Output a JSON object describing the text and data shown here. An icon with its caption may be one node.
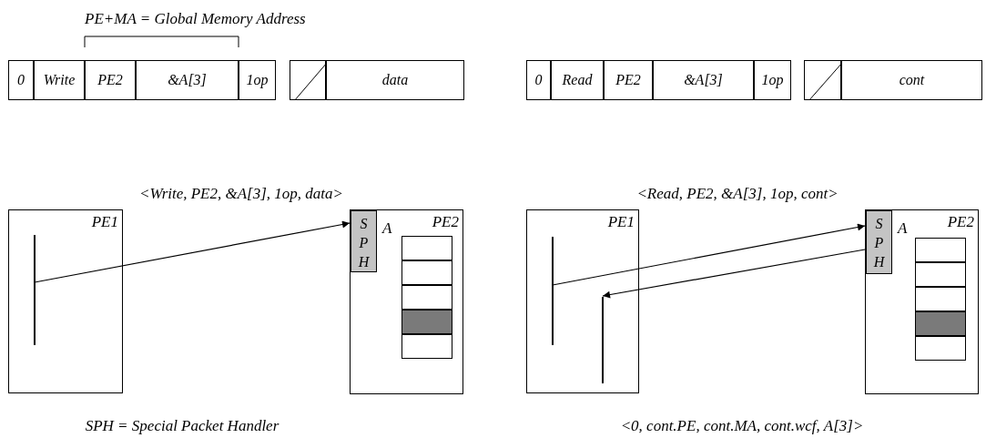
{
  "diagram": {
    "nodes": [
      {
        "text": [
          "0"
        ]
      },
      {
        "text": [
          "Write"
        ]
      },
      {
        "text": [
          "PE2"
        ]
      },
      {
        "text": [
          "&A[3]"
        ]
      },
      {
        "text": [
          "1op"
        ]
      },
      {
        "text": [],
        "shape": "box"
      },
      {
        "text": [
          "data"
        ]
      },
      {
        "text": [
          "0"
        ]
      },
      {
        "text": [
          "Read"
        ]
      },
      {
        "text": [
          "PE2"
        ]
      },
      {
        "text": [
          "&A[3]"
        ]
      },
      {
        "text": [
          "1op"
        ]
      },
      {
        "text": [],
        "shape": "box"
      },
      {
        "text": [
          "cont"
        ]
      },
      {
        "text": [
          "PE1"
        ]
      },
      {
        "text": [],
        "shape": "bar",
        "in": 14
      },
      {
        "text": [
          "PE2"
        ]
      },
      {
        "text": [
          "SPH"
        ],
        "in": 16
      },
      {
        "text": [],
        "shape": "box",
        "in": 16
      },
      {
        "text": [],
        "shape": "box",
        "in": 16
      },
      {
        "text": [],
        "shape": "box",
        "in": 16
      },
      {
        "text": [],
        "shape": "box",
        "in": 16
      },
      {
        "text": [],
        "shape": "box",
        "in": 16
      },
      {
        "text": [
          "PE1"
        ]
      },
      {
        "text": [],
        "shape": "bar",
        "in": 23
      },
      {
        "text": [],
        "shape": "bar",
        "in": 23
      },
      {
        "text": [
          "PE2"
        ]
      },
      {
        "text": [
          "SPH"
        ],
        "in": 26
      },
      {
        "text": [],
        "shape": "box",
        "in": 26
      },
      {
        "text": [],
        "shape": "box",
        "in": 26
      },
      {
        "text": [],
        "shape": "box",
        "in": 26
      },
      {
        "text": [],
        "shape": "box",
        "in": 26
      },
      {
        "text": [],
        "shape": "box",
        "in": 26
      }
    ],
    "edges": [
      {
        "from": 15,
        "to": 17,
        "arrow": "to"
      },
      {
        "from": 24,
        "to": 27,
        "arrow": "to"
      },
      {
        "from": 27,
        "to": 25,
        "arrow": "to"
      }
    ],
    "labels": [
      "PE+MA = Global Memory Address",
      "<Write, PE2, &A[3], 1op, data>",
      "<Read, PE2, &A[3], 1op, cont>",
      "A",
      "A",
      "SPH = Special Packet Handler",
      "<0, cont.PE, cont.MA, cont.wcf, A[3]>"
    ]
  }
}
